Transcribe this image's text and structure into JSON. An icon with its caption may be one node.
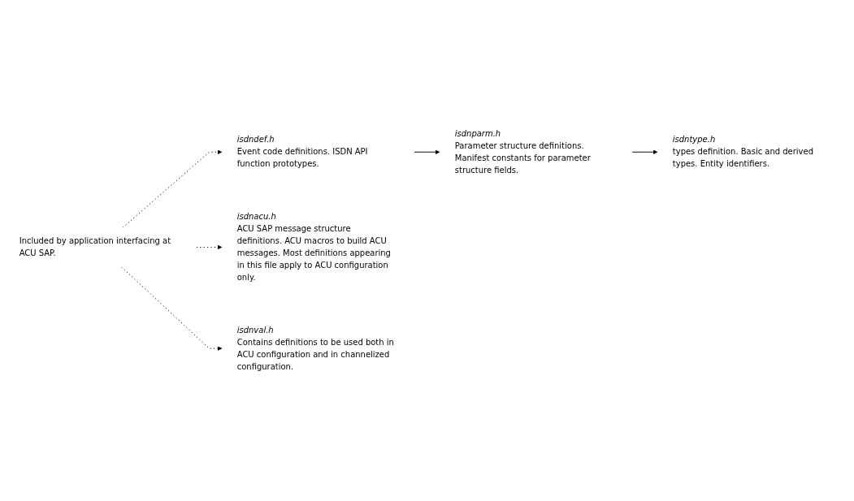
{
  "diagram": {
    "nodes": [
      {
        "text": [
          "Included by application interfacing at ACU SAP."
        ]
      },
      {
        "text": [
          "isdndef.h"
        ],
        "beside": [
          "Event code definitions. ISDN API function prototypes."
        ]
      },
      {
        "text": [
          "isdnparm.h"
        ],
        "beside": [
          "Parameter structure definitions. Manifest constants for parameter structure fields."
        ]
      },
      {
        "text": [
          "isdntype.h"
        ],
        "beside": [
          "types definition. Basic and derived types. Entity identifiers."
        ]
      },
      {
        "text": [
          "isdnacu.h"
        ],
        "beside": [
          "ACU SAP message structure definitions. ACU macros to build ACU messages. Most definitions appearing in this file apply to ACU configuration only."
        ]
      },
      {
        "text": [
          "isdnval.h"
        ],
        "beside": [
          "Contains definitions to be used both in ACU configuration and in channelized configuration."
        ]
      }
    ],
    "edges": [
      {
        "from": 1,
        "to": 2,
        "arrow": "to"
      },
      {
        "from": 2,
        "to": 3,
        "arrow": "to"
      },
      {
        "from": 0,
        "to": 1,
        "arrow": "to",
        "style": "dashed"
      },
      {
        "from": 0,
        "to": 4,
        "arrow": "to",
        "style": "dashed"
      },
      {
        "from": 0,
        "to": 5,
        "arrow": "to",
        "style": "dashed"
      }
    ]
  }
}
